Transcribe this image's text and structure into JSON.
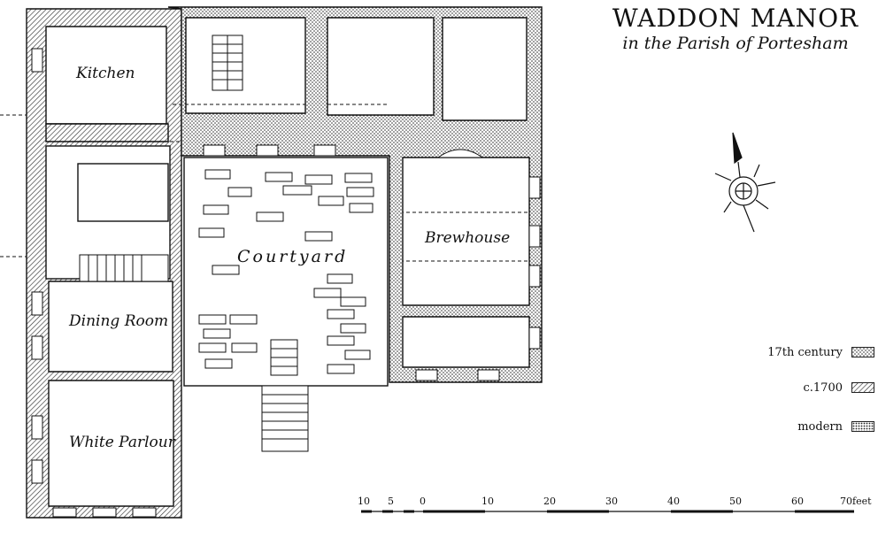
{
  "title": {
    "main": "WADDON MANOR",
    "subtitle": "in the Parish of Portesham"
  },
  "rooms": {
    "kitchen": "Kitchen",
    "courtyard": "Courtyard",
    "brewhouse": "Brewhouse",
    "dining_room": "Dining Room",
    "white_parlour": "White Parlour"
  },
  "legend": [
    {
      "label": "17th century",
      "pattern": "dots"
    },
    {
      "label": "c.1700",
      "pattern": "hatch"
    },
    {
      "label": "modern",
      "pattern": "dense-dots"
    }
  ],
  "scale": {
    "ticks": [
      "10",
      "5",
      "0",
      "10",
      "20",
      "30",
      "40",
      "50",
      "60",
      "70feet"
    ]
  },
  "icons": {
    "north_arrow": "compass-north-arrow-icon"
  },
  "colors": {
    "ink": "#111111",
    "paper": "#ffffff"
  }
}
